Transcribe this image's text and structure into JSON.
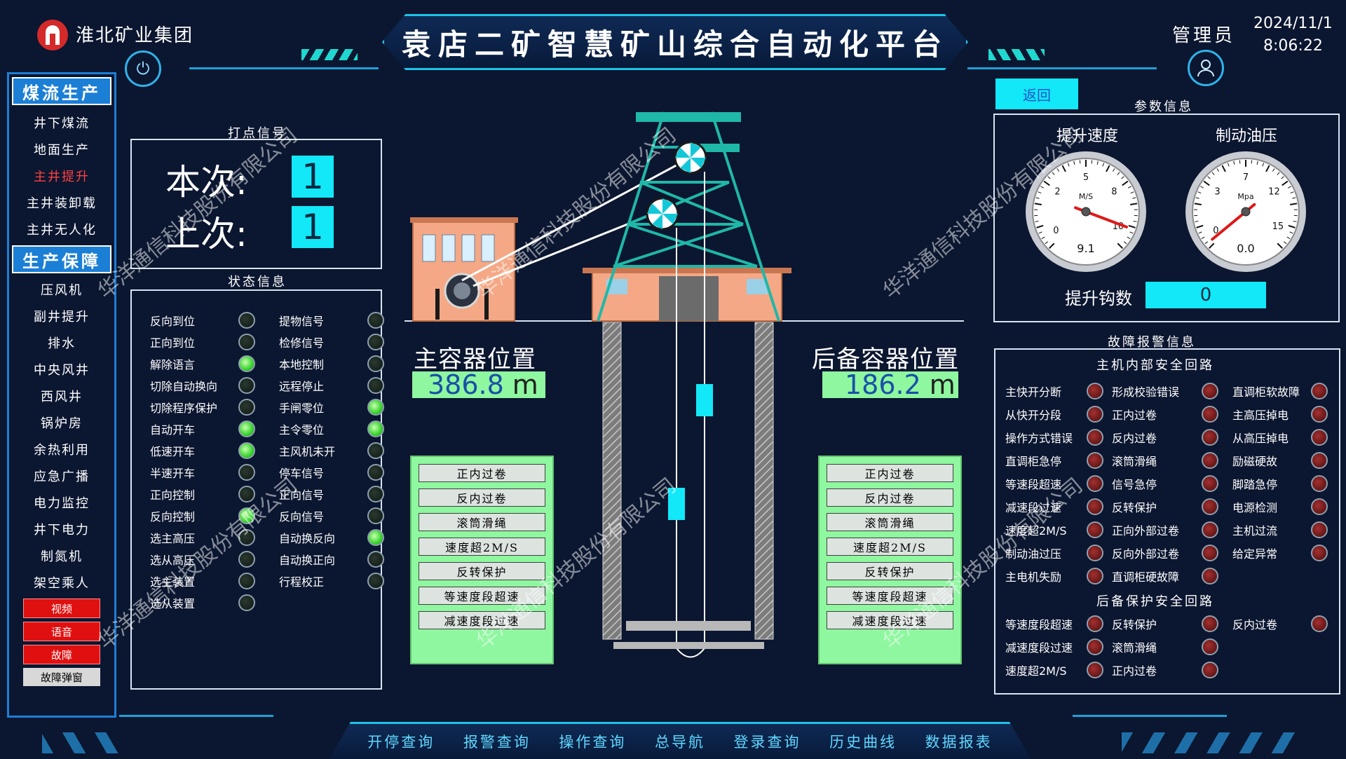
{
  "header": {
    "company": "淮北矿业集团",
    "title": "袁店二矿智慧矿山综合自动化平台",
    "user": "管理员",
    "date": "2024/11/1",
    "time": "8:06:22"
  },
  "sidebar": {
    "group1": "煤流生产",
    "items1": [
      "井下煤流",
      "地面生产",
      "主井提升",
      "主井装卸载",
      "主井无人化"
    ],
    "group2": "生产保障",
    "items2": [
      "压风机",
      "副井提升",
      "排水",
      "中央风井",
      "西风井",
      "锅炉房",
      "余热利用",
      "应急广播",
      "电力监控",
      "井下电力",
      "制氮机",
      "架空乘人"
    ],
    "red_buttons": [
      "视频",
      "语音",
      "故障"
    ],
    "grey_button": "故障弹窗"
  },
  "signal": {
    "title": "打点信号",
    "current_label": "本次:",
    "current_value": "1",
    "last_label": "上次:",
    "last_value": "1"
  },
  "status": {
    "title": "状态信息",
    "left": [
      {
        "label": "反向到位",
        "on": false
      },
      {
        "label": "正向到位",
        "on": false
      },
      {
        "label": "解除语言",
        "on": true
      },
      {
        "label": "切除自动换向",
        "on": false
      },
      {
        "label": "切除程序保护",
        "on": false
      },
      {
        "label": "自动开车",
        "on": true
      },
      {
        "label": "低速开车",
        "on": true
      },
      {
        "label": "半速开车",
        "on": false
      },
      {
        "label": "正向控制",
        "on": false
      },
      {
        "label": "反向控制",
        "on": true
      },
      {
        "label": "选主高压",
        "on": false
      },
      {
        "label": "选从高压",
        "on": false
      },
      {
        "label": "选主装置",
        "on": false
      },
      {
        "label": "选从装置",
        "on": false
      }
    ],
    "right": [
      {
        "label": "提物信号",
        "on": false
      },
      {
        "label": "检修信号",
        "on": false
      },
      {
        "label": "本地控制",
        "on": false
      },
      {
        "label": "远程停止",
        "on": false
      },
      {
        "label": "手闸零位",
        "on": true
      },
      {
        "label": "主令零位",
        "on": true
      },
      {
        "label": "主风机未开",
        "on": false
      },
      {
        "label": "停车信号",
        "on": false
      },
      {
        "label": "正向信号",
        "on": false
      },
      {
        "label": "反向信号",
        "on": false
      },
      {
        "label": "自动换反向",
        "on": true
      },
      {
        "label": "自动换正向",
        "on": false
      },
      {
        "label": "行程校正",
        "on": false
      }
    ]
  },
  "main_container": {
    "title": "主容器位置",
    "value": "386.8",
    "unit": "m",
    "buttons": [
      "正内过卷",
      "反内过卷",
      "滚筒滑绳",
      "速度超2M/S",
      "反转保护",
      "等速度段超速",
      "减速度段过速"
    ]
  },
  "backup_container": {
    "title": "后备容器位置",
    "value": "186.2",
    "unit": "m",
    "buttons": [
      "正内过卷",
      "反内过卷",
      "滚筒滑绳",
      "速度超2M/S",
      "反转保护",
      "等速度段超速",
      "减速度段过速"
    ]
  },
  "params": {
    "back_button": "返回",
    "title": "参数信息",
    "speed_gauge": {
      "title": "提升速度",
      "unit": "M/S",
      "value": "9.1",
      "ticks": [
        "0",
        "2",
        "5",
        "8",
        "10"
      ],
      "needle_fraction": 0.91
    },
    "pressure_gauge": {
      "title": "制动油压",
      "unit": "Mpa",
      "value": "0.0",
      "ticks": [
        "0",
        "3",
        "7",
        "12",
        "15"
      ],
      "needle_fraction": 0.0
    },
    "hook_label": "提升钩数",
    "hook_value": "0"
  },
  "faults": {
    "title": "故障报警信息",
    "group1": "主机内部安全回路",
    "col1": [
      "主快开分断",
      "从快开分段",
      "操作方式错误",
      "直调柜急停",
      "等速段超速",
      "减速段过速",
      "速度超2M/S",
      "制动油过压",
      "主电机失励"
    ],
    "col2": [
      "形成校验错误",
      "正内过卷",
      "反内过卷",
      "滚筒滑绳",
      "信号急停",
      "反转保护",
      "正向外部过卷",
      "反向外部过卷",
      "直调柜硬故障"
    ],
    "col3": [
      "直调柜软故障",
      "主高压掉电",
      "从高压掉电",
      "励磁硬故",
      "脚踏急停",
      "电源检测",
      "主机过流",
      "给定异常"
    ],
    "group2": "后备保护安全回路",
    "b_col1": [
      "等速度段超速",
      "减速度段过速",
      "速度超2M/S"
    ],
    "b_col2": [
      "反转保护",
      "滚筒滑绳",
      "正内过卷"
    ],
    "b_col3": [
      "反内过卷"
    ]
  },
  "nav": [
    "开停查询",
    "报警查询",
    "操作查询",
    "总导航",
    "登录查询",
    "历史曲线",
    "数据报表"
  ],
  "watermark": "华洋通信科技股份有限公司",
  "colors": {
    "accent": "#1fc2e8",
    "panel_green": "#8ef7a0",
    "cyan": "#12e8f8",
    "alarm_red": "#e11010"
  }
}
